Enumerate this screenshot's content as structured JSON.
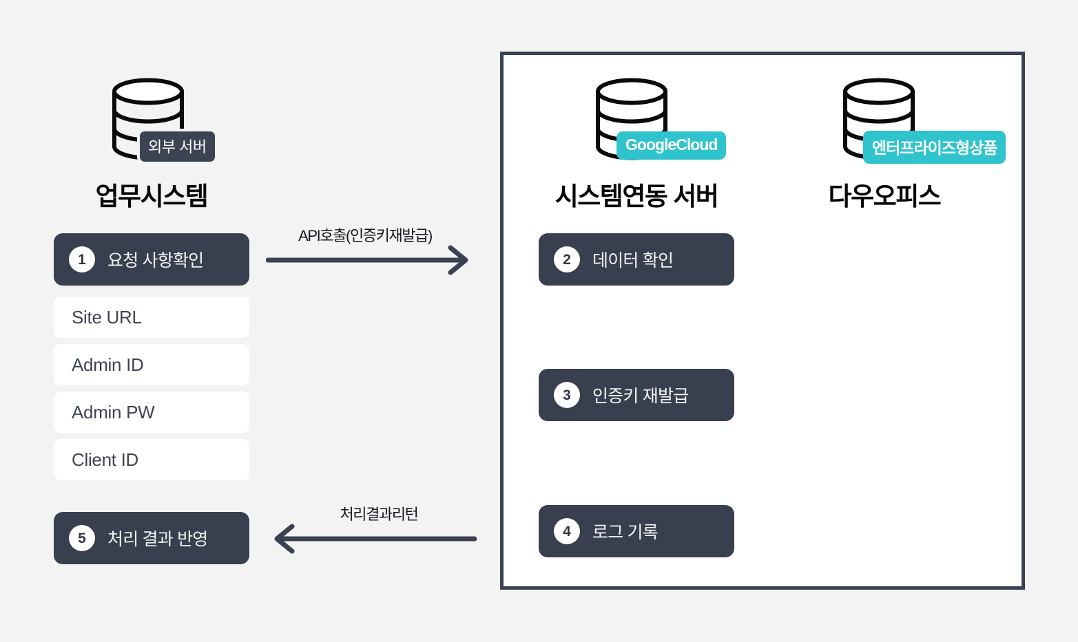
{
  "diagram": {
    "background_color": "#f3f3f3",
    "accent_dark": "#383f4e",
    "accent_teal": "#2fc3ce"
  },
  "left_column": {
    "icon_name": "database-icon",
    "badge": "외부 서버",
    "title": "업무시스템",
    "steps": [
      {
        "number": "1",
        "label": "요청 사항확인"
      }
    ],
    "fields": [
      "Site URL",
      "Admin ID",
      "Admin PW",
      "Client ID"
    ],
    "final_step": {
      "number": "5",
      "label": "처리 결과 반영"
    }
  },
  "arrows": {
    "forward": {
      "label": "API호출(인증키재발급)",
      "direction": "right"
    },
    "backward": {
      "label": "처리결과리턴",
      "direction": "left"
    }
  },
  "right_panel": {
    "columns": [
      {
        "icon_name": "database-icon",
        "badge": "GoogleCloud",
        "badge_color": "#2fc3ce",
        "title": "시스템연동 서버",
        "steps": [
          {
            "number": "2",
            "label": "데이터 확인"
          },
          {
            "number": "3",
            "label": "인증키 재발급"
          },
          {
            "number": "4",
            "label": "로그 기록"
          }
        ]
      },
      {
        "icon_name": "database-icon",
        "badge": "엔터프라이즈형상품",
        "badge_color": "#2fc3ce",
        "title": "다우오피스",
        "steps": []
      }
    ]
  }
}
